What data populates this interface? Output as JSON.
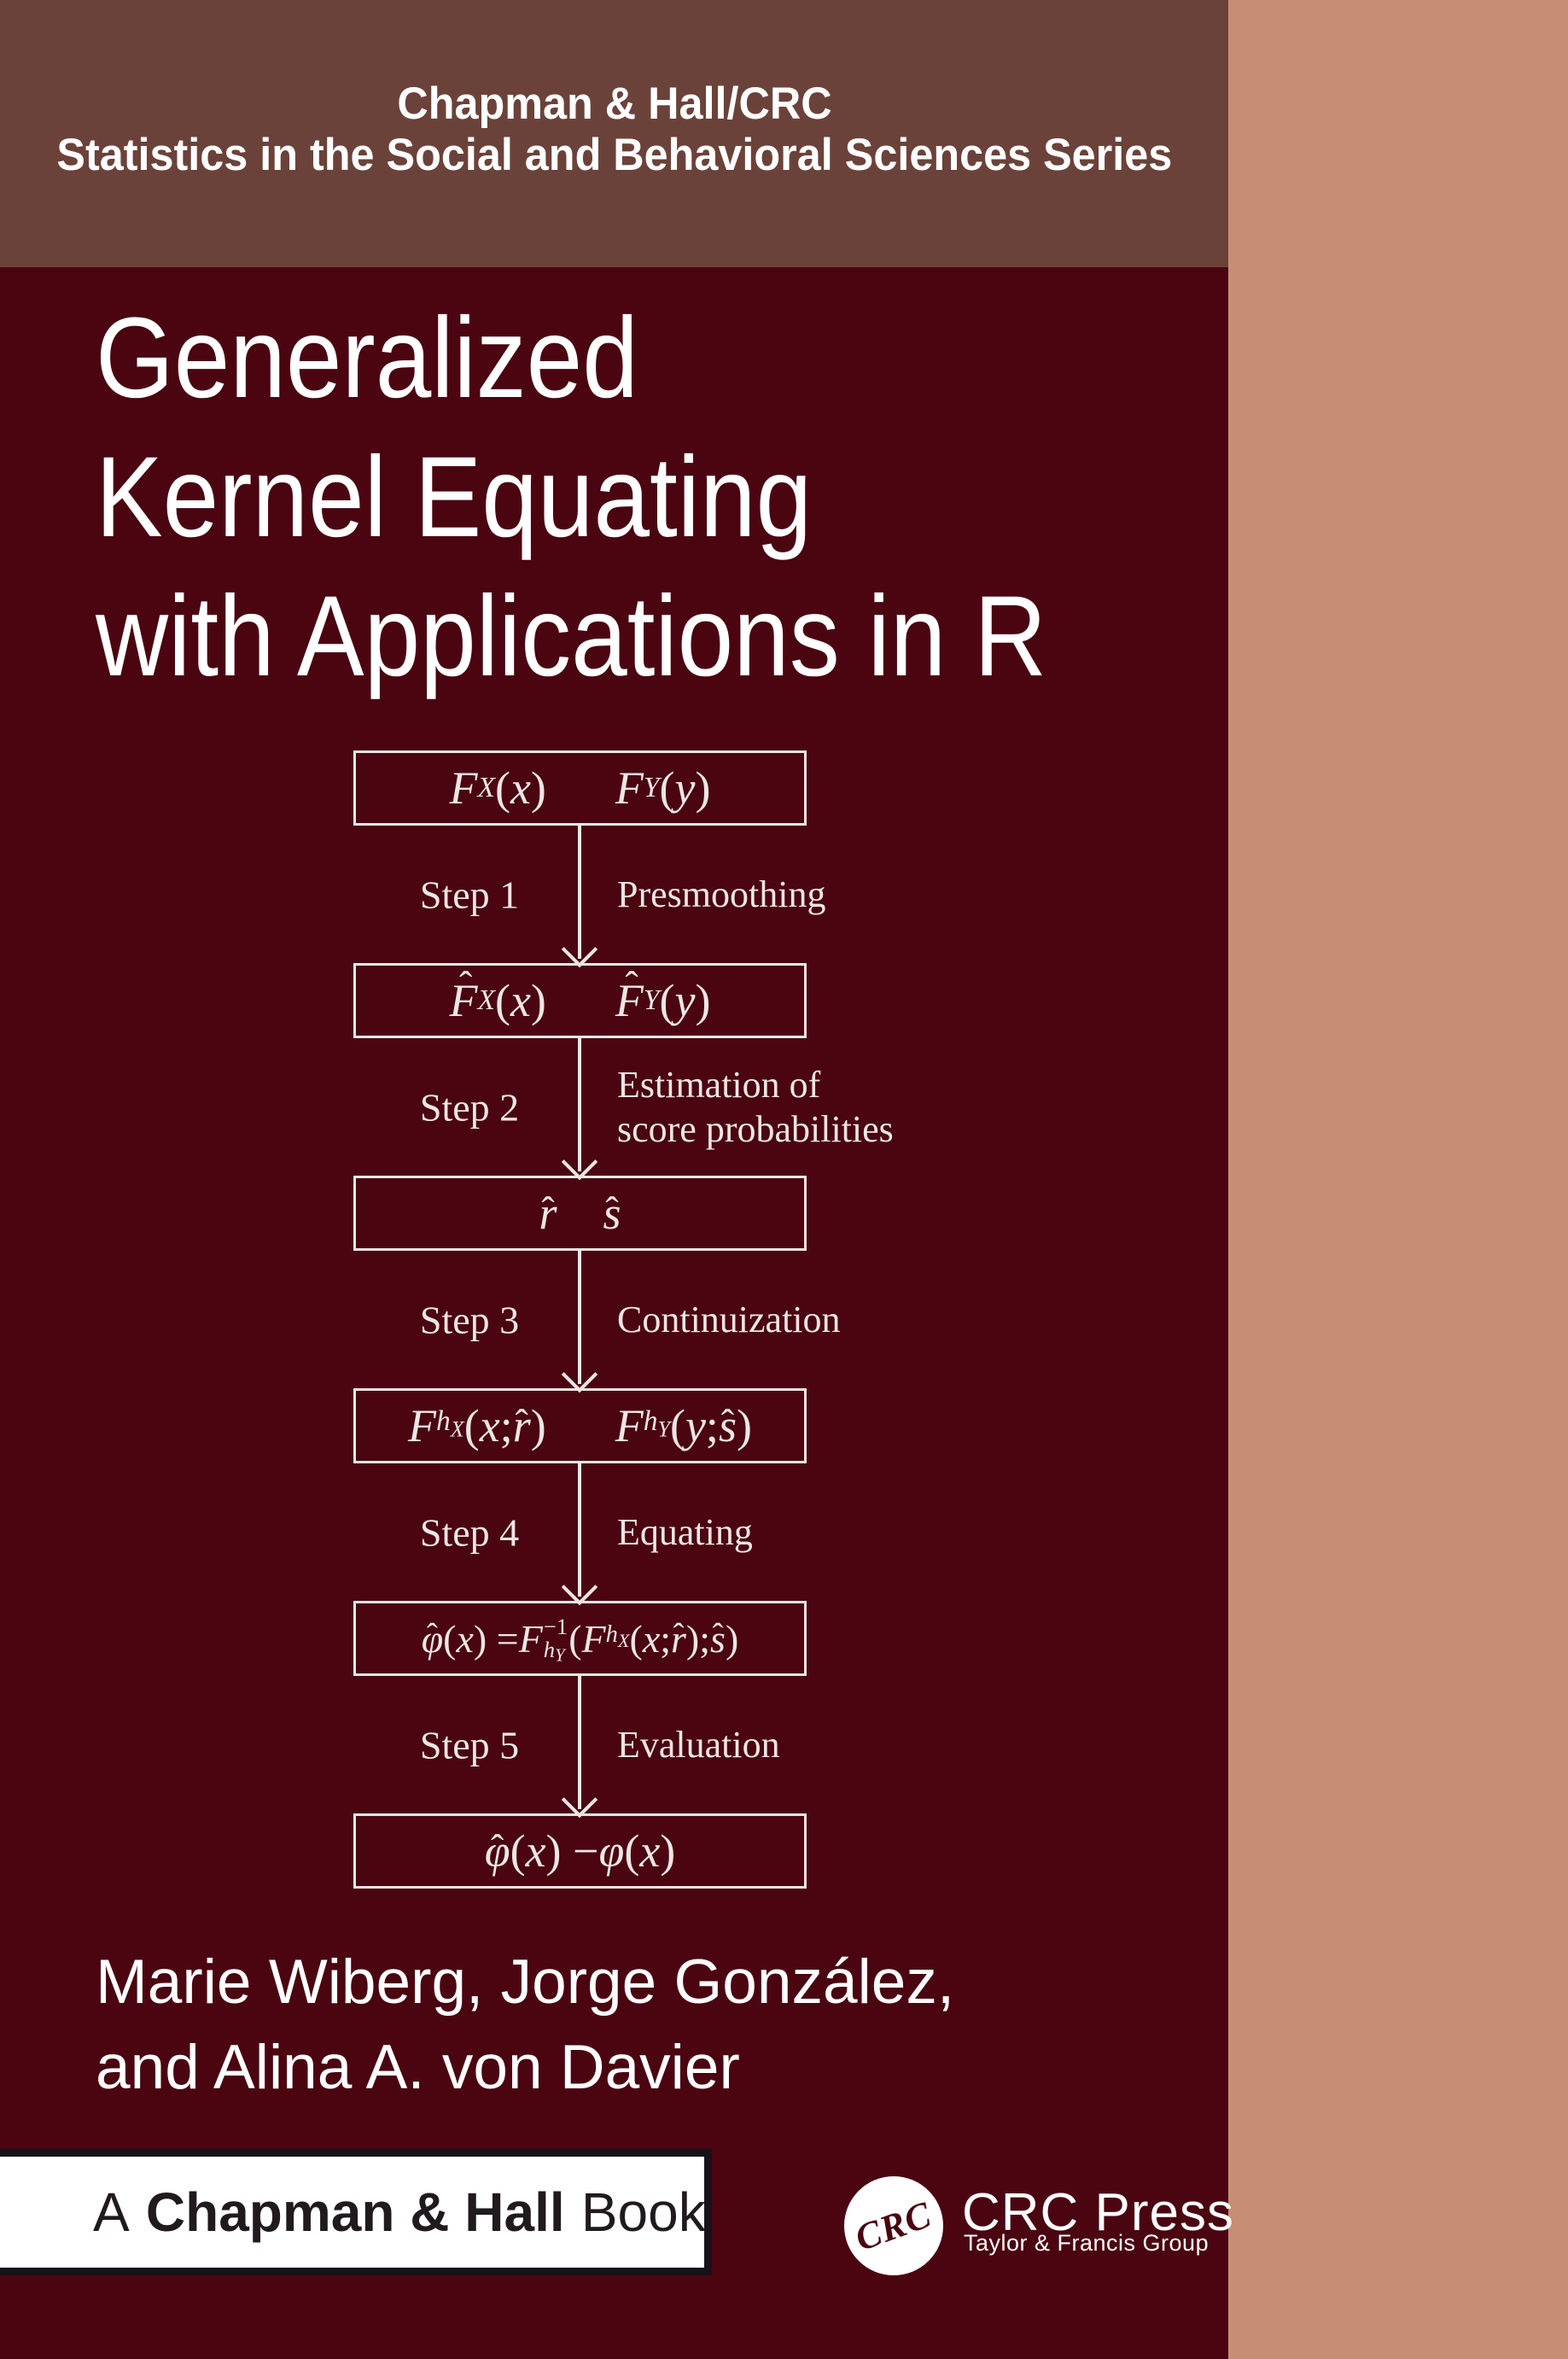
{
  "cover": {
    "colors": {
      "background": "#4a0511",
      "series_band": "#6b4239",
      "accent_strip": "#c78e74",
      "line_and_text": "#eee6e4",
      "credit_border": "#17121a"
    },
    "series_band": {
      "line1": "Chapman & Hall/CRC",
      "line2": "Statistics in the Social and Behavioral Sciences Series"
    },
    "title_lines": [
      "Generalized",
      "Kernel Equating",
      "with Applications in R"
    ],
    "flowchart": {
      "boxes": [
        {
          "math_html": "<i>F</i><sub><i>X</i></sub>(<i>x</i>)&emsp;&ensp;<i>F</i><sub><i>Y</i></sub>(<i>y</i>)"
        },
        {
          "math_html": "<span class='hat'><i>F</i></span><sub><i>X</i></sub>(<i>x</i>)&emsp;&ensp;<span class='hat'><i>F</i></span><sub><i>Y</i></sub>(<i>y</i>)"
        },
        {
          "math_html": "<span class='hat lo'><i>r</i></span>&emsp;<span class='hat lo'><i>s</i></span>"
        },
        {
          "math_html": "<i>F</i><sub><i>h</i><span class='ss'><i>X</i></span></sub>(<i>x</i>; <span class='hat lo'><i>r</i></span>)&emsp;&ensp;<i>F</i><sub><i>h</i><span class='ss'><i>Y</i></span></sub>(<i>y</i>; <span class='hat lo'><i>s</i></span>)"
        },
        {
          "math_html": "<span class='hat lo'><i>φ</i></span>(<i>x</i>) = <i>F</i><span class='stack'><span class='st'>−1</span><span class='sb'><i>h</i><span class='ss'><i>Y</i></span></span></span>(<i>F</i><sub><i>h</i><span class='ss'><i>X</i></span></sub>(<i>x</i>; <span class='hat lo'><i>r</i></span>); <span class='hat lo'><i>s</i></span>)"
        },
        {
          "math_html": "<span class='hat lo'><i>φ</i></span>(<i>x</i>) − <i>φ</i>(<i>x</i>)"
        }
      ],
      "steps": [
        {
          "label": "Step 1",
          "desc_html": "Presmoothing"
        },
        {
          "label": "Step 2",
          "desc_html": "Estimation of<br>score probabilities"
        },
        {
          "label": "Step 3",
          "desc_html": "Continuization"
        },
        {
          "label": "Step 4",
          "desc_html": "Equating"
        },
        {
          "label": "Step 5",
          "desc_html": "Evaluation"
        }
      ]
    },
    "authors_lines": [
      "Marie Wiberg, Jorge González,",
      "and Alina A. von Davier"
    ],
    "footer": {
      "book_credit": {
        "prefix": "A",
        "brand": "Chapman & Hall",
        "suffix": "Book"
      },
      "crc_badge": "CRC",
      "publisher": "CRC Press",
      "publisher_tagline": "Taylor & Francis Group"
    }
  }
}
